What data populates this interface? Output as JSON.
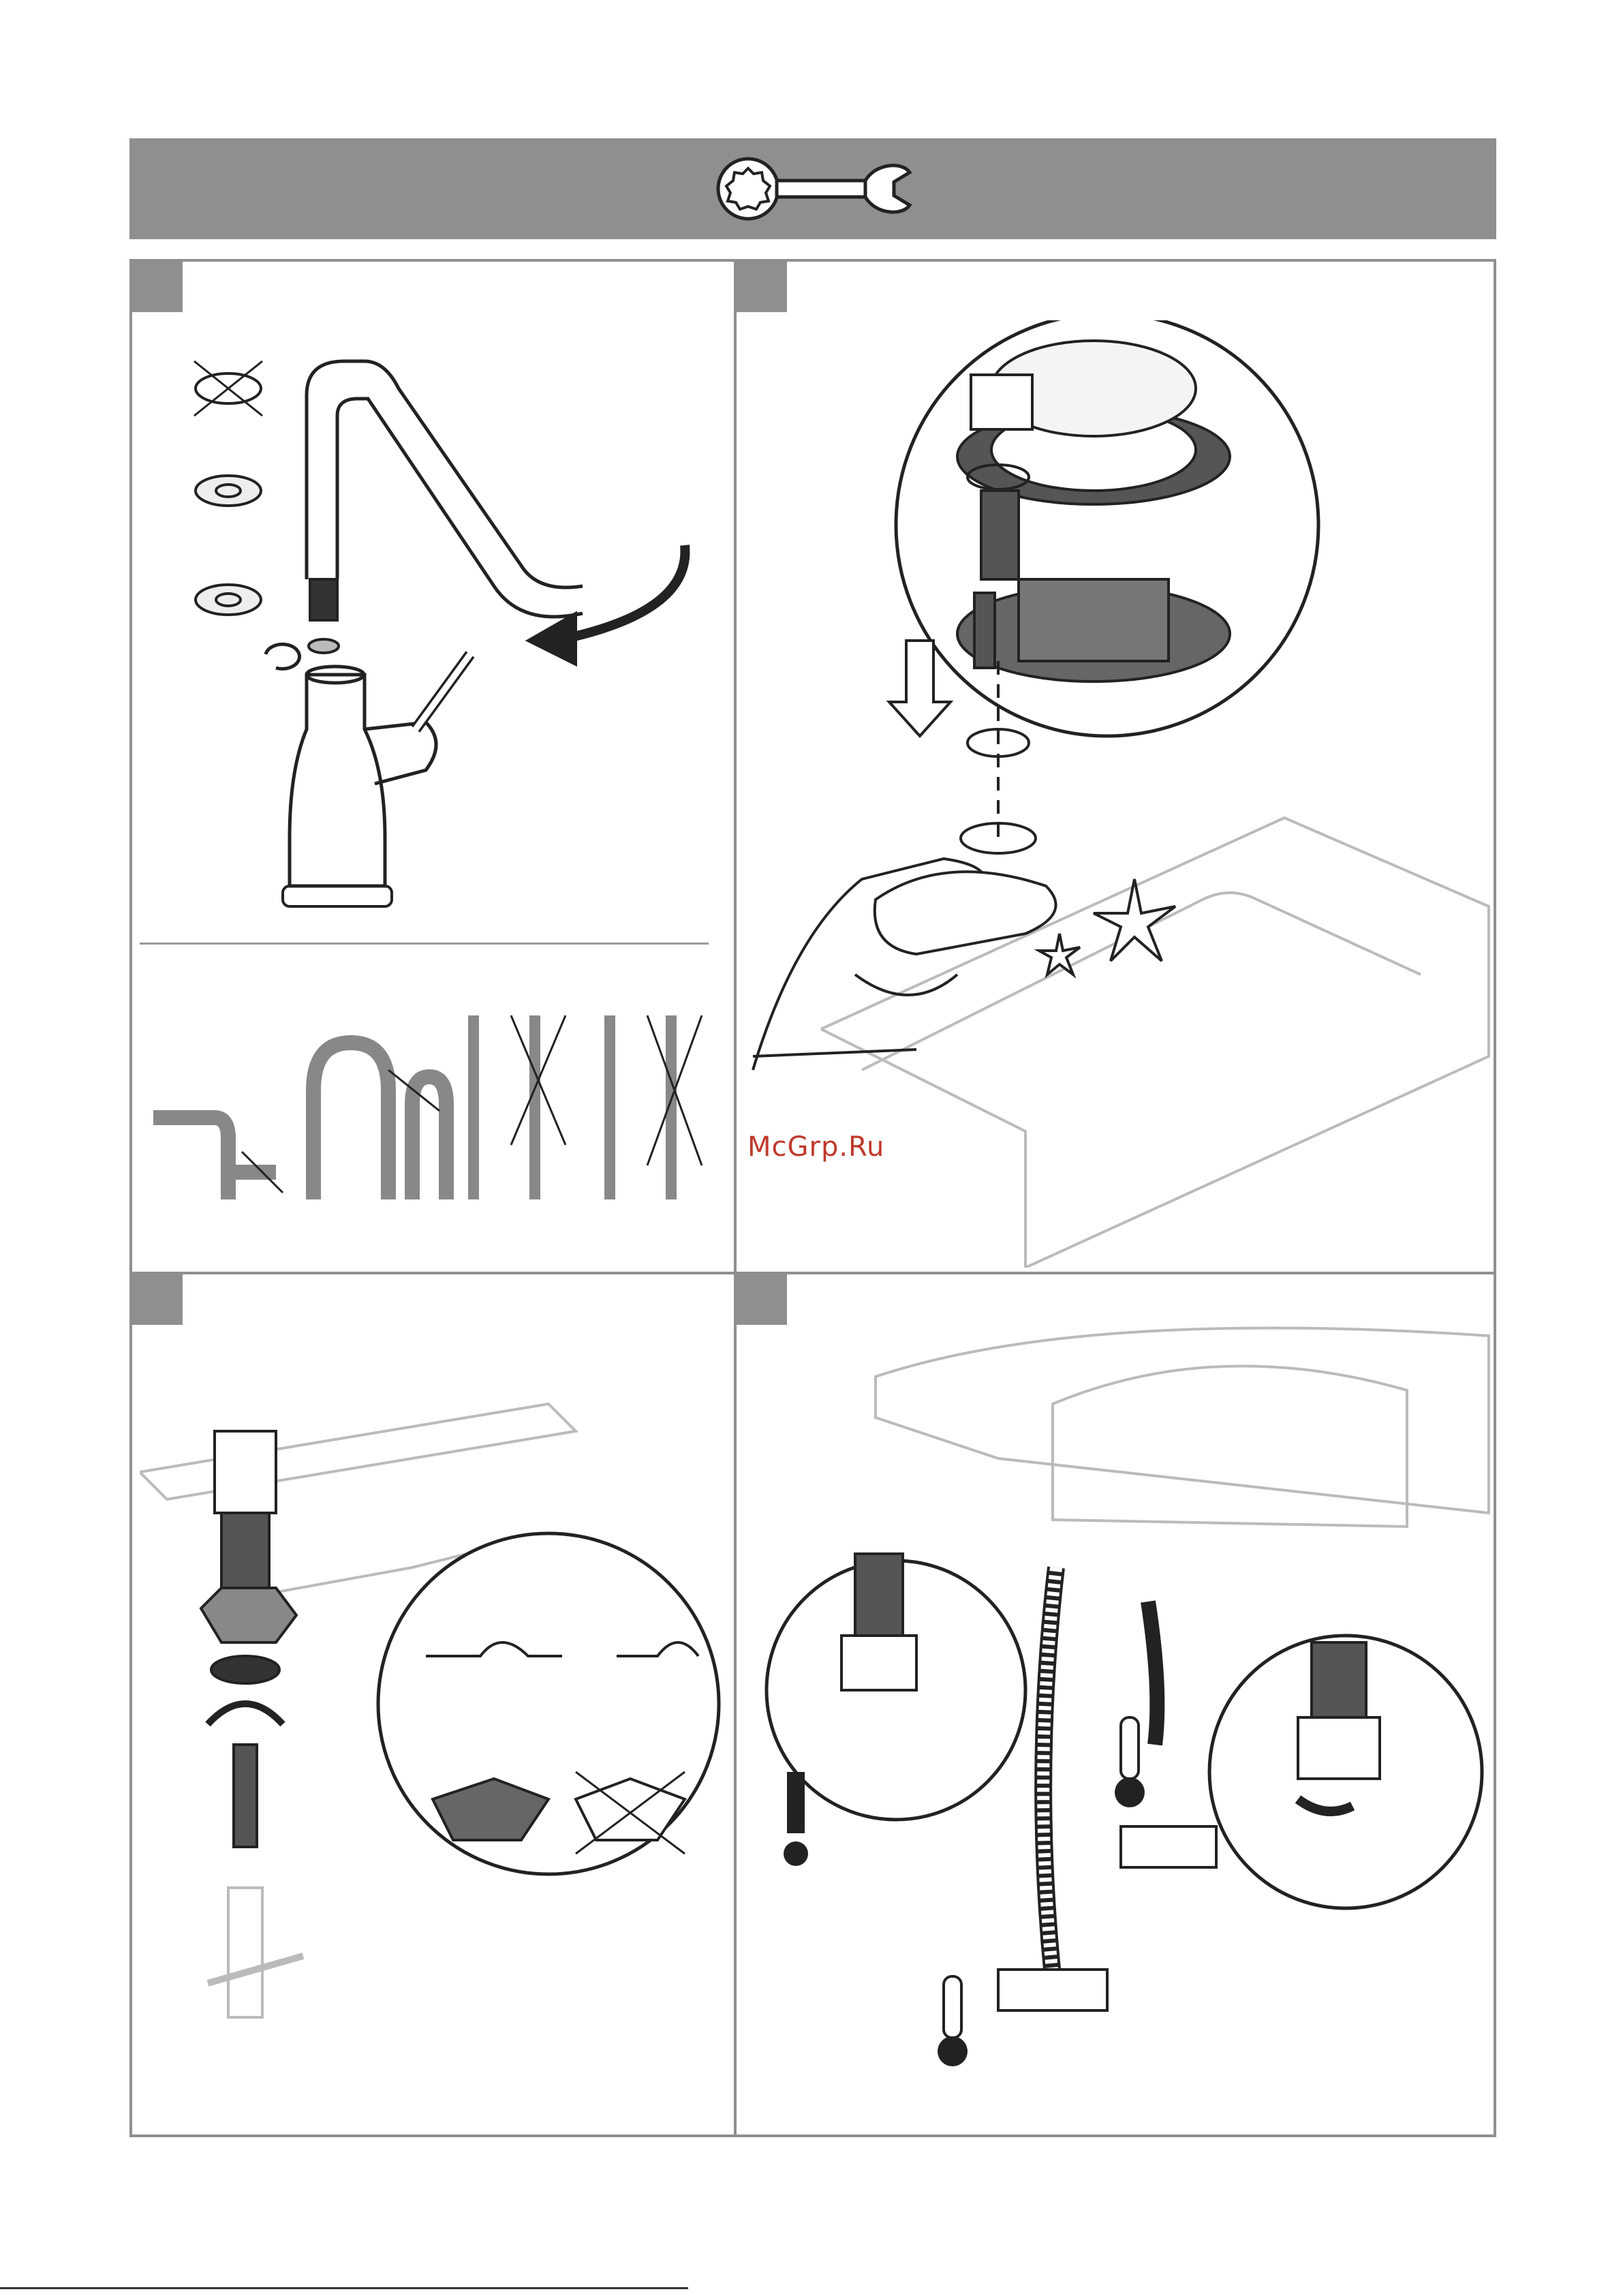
{
  "header": {
    "icon": "wrench-icon",
    "background_color": "#8f8f8f"
  },
  "watermark": {
    "text": "McGrp.Ru",
    "color": "#c0392b"
  },
  "steps": [
    {
      "panel": "top-left",
      "content": "faucet-installation-illustration"
    },
    {
      "panel": "top-right",
      "content": "sink-cleaning-and-gasket-illustration"
    },
    {
      "panel": "bottom-left",
      "content": "mounting-bracket-illustration"
    },
    {
      "panel": "bottom-right",
      "content": "water-connection-illustration"
    }
  ]
}
